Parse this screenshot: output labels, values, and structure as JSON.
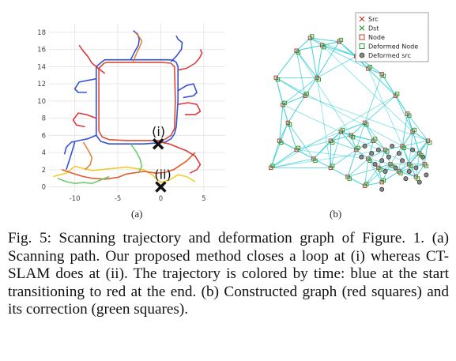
{
  "panel_a": {
    "label": "(a)",
    "x_ticks": [
      "-10",
      "-5",
      "0",
      "5"
    ],
    "y_ticks": [
      "0",
      "2",
      "4",
      "6",
      "8",
      "10",
      "12",
      "14",
      "16",
      "18"
    ],
    "annotations": [
      "(i)",
      "(ii)"
    ]
  },
  "panel_b": {
    "label": "(b)",
    "legend": [
      {
        "label": "Src",
        "marker": "x",
        "color": "#c0392b"
      },
      {
        "label": "Dst",
        "marker": "x",
        "color": "#2ca02c"
      },
      {
        "label": "Node",
        "marker": "square",
        "color": "#c0392b"
      },
      {
        "label": "Deformed Node",
        "marker": "square",
        "color": "#2ca02c"
      },
      {
        "label": "Deformed src",
        "marker": "circle",
        "color": "#555555"
      }
    ],
    "edge_color": "#43d3d8"
  },
  "caption": "Fig. 5: Scanning trajectory and deformation graph of Figure. 1. (a) Scanning path. Our proposed method closes a loop at (i) whereas CT-SLAM does at (ii). The trajectory is colored by time: blue at the start transitioning to red at the end. (b) Constructed graph (red squares) and its correction (green squares).",
  "chart_data": [
    {
      "type": "line",
      "title": "",
      "xlabel": "",
      "ylabel": "",
      "xlim": [
        -13,
        7.5
      ],
      "ylim": [
        -0.5,
        19
      ],
      "grid": true,
      "series": [
        {
          "color": "#1f3fd1",
          "x": [
            -7.5,
            -7.5,
            -6.8,
            -6.5,
            -5,
            -3,
            -1,
            0,
            1,
            1.5,
            1.8,
            2,
            2,
            1.8,
            1.6,
            1.2,
            0.5,
            -0.5,
            -2,
            -4,
            -6,
            -7,
            -7.5
          ],
          "y": [
            6,
            14,
            14.6,
            14.8,
            14.8,
            14.8,
            14.8,
            14.8,
            14.8,
            14.7,
            14.5,
            14,
            10,
            7,
            6.2,
            5.6,
            5.2,
            5.1,
            5.0,
            5.0,
            5.0,
            5.3,
            6
          ]
        },
        {
          "color": "#d63a1e",
          "x": [
            -7.2,
            -7.2,
            -6.6,
            -6.2,
            -4,
            -2,
            0,
            1.2,
            1.6,
            1.7,
            1.6,
            1.2,
            0.6,
            0,
            -2,
            -4,
            -6,
            -6.8,
            -7.2
          ],
          "y": [
            6.5,
            13.8,
            14.4,
            14.5,
            14.5,
            14.5,
            14.5,
            14.4,
            14,
            10,
            6.8,
            6.0,
            5.6,
            5.4,
            5.4,
            5.4,
            5.5,
            5.8,
            6.5
          ]
        },
        {
          "color": "#f2c419",
          "x": [
            -12.5,
            -11,
            -10,
            -8,
            -6,
            -4,
            -2,
            -1,
            0,
            1,
            2,
            3,
            4
          ],
          "y": [
            1.2,
            1.6,
            2.4,
            1.9,
            2.1,
            2.3,
            2.0,
            1.4,
            0.5,
            0.8,
            1.4,
            1.2,
            0.6
          ]
        },
        {
          "color": "#e04a1a",
          "x": [
            -11.5,
            -10,
            -9,
            -8,
            -6.5,
            -5,
            -4,
            -2,
            -0.5,
            0.5,
            1.5,
            3,
            4
          ],
          "y": [
            2.0,
            1.5,
            1.2,
            1.0,
            0.9,
            1.1,
            1.5,
            1.8,
            1.6,
            1.7,
            2.0,
            3,
            4
          ]
        },
        {
          "color": "#5cc85c",
          "x": [
            -12,
            -11,
            -10,
            -9,
            -8,
            -7,
            -6
          ],
          "y": [
            1.0,
            0.6,
            0.4,
            0.5,
            0.4,
            0.8,
            1.2
          ]
        },
        {
          "color": "#d8272a",
          "x": [
            -9.5,
            -9,
            -8.5,
            -8,
            -7.5,
            -7,
            -6.5
          ],
          "y": [
            16.5,
            15.8,
            15.2,
            14.4,
            14,
            13.6,
            13.2
          ]
        },
        {
          "color": "#1f3fd1",
          "x": [
            -3.5,
            -3.0,
            -2.6,
            -2.5,
            -2.7,
            -3.2
          ],
          "y": [
            14.8,
            15.8,
            16.5,
            17.2,
            17.8,
            18.2
          ]
        },
        {
          "color": "#e0782a",
          "x": [
            -3.2,
            -2.8,
            -2.4,
            -2.2,
            -2.6,
            -3.0
          ],
          "y": [
            14.6,
            15.6,
            16.4,
            17.0,
            17.6,
            18.0
          ]
        },
        {
          "color": "#1f3fd1",
          "x": [
            1.2,
            1.8,
            2.4,
            2.5,
            2.0,
            1.8
          ],
          "y": [
            14.6,
            15.2,
            16.0,
            16.8,
            17.2,
            17.6
          ]
        },
        {
          "color": "#d8272a",
          "x": [
            2,
            3,
            4,
            4.5,
            4.8,
            4.6
          ],
          "y": [
            13.6,
            13.8,
            14.4,
            15.0,
            15.6,
            16.0
          ]
        },
        {
          "color": "#1f3fd1",
          "x": [
            2,
            3.0,
            3.8,
            4.2,
            3.8,
            2.6
          ],
          "y": [
            11.2,
            11.8,
            12.0,
            11.0,
            10.6,
            10.4
          ]
        },
        {
          "color": "#d8272a",
          "x": [
            2,
            3.2,
            4.2,
            4.6,
            4.0,
            2.8
          ],
          "y": [
            9.6,
            9.8,
            9.6,
            8.8,
            8.4,
            8.4
          ]
        },
        {
          "color": "#1f3fd1",
          "x": [
            -7.5,
            -8.5,
            -9.5,
            -10.0,
            -9.6,
            -8.6
          ],
          "y": [
            12.6,
            12.4,
            12.2,
            11.4,
            11.0,
            11.0
          ]
        },
        {
          "color": "#d8272a",
          "x": [
            -7.5,
            -8.6,
            -9.6,
            -10.2,
            -9.8,
            -8.8
          ],
          "y": [
            8.0,
            8.4,
            8.6,
            7.8,
            7.2,
            7.0
          ]
        },
        {
          "color": "#1f3fd1",
          "x": [
            -7.5,
            -8.5,
            -9.5,
            -10.4,
            -11.0,
            -11.2
          ],
          "y": [
            6.0,
            5.6,
            5.4,
            5.2,
            4.6,
            3.8
          ]
        },
        {
          "color": "#d8272a",
          "x": [
            0,
            1,
            2,
            3,
            4,
            4.6,
            4.2,
            3.4
          ],
          "y": [
            5.2,
            5.0,
            4.6,
            4.2,
            3.6,
            2.6,
            2.0,
            1.6
          ]
        },
        {
          "color": "#5cc85c",
          "x": [
            -3.5,
            -2.8,
            -2.4,
            -2.2,
            -2.6
          ],
          "y": [
            5.0,
            4.0,
            3.2,
            2.4,
            1.6
          ]
        },
        {
          "color": "#e0782a",
          "x": [
            -9,
            -8.4,
            -8.0,
            -8.2,
            -8.8
          ],
          "y": [
            5.2,
            4.2,
            3.4,
            2.6,
            2.0
          ]
        },
        {
          "color": "#1f3fd1",
          "x": [
            -10,
            -10.3,
            -10.6,
            -11.0
          ],
          "y": [
            5.2,
            4.2,
            3.2,
            2.0
          ]
        }
      ],
      "markers": [
        {
          "label": "(i)",
          "x": -0.3,
          "y": 5.0
        },
        {
          "label": "(ii)",
          "x": 0.0,
          "y": 0.0
        }
      ]
    },
    {
      "type": "scatter",
      "title": "",
      "xlabel": "",
      "ylabel": "",
      "legend_position": "top-right",
      "series": [
        {
          "name": "Node",
          "points": [
            [
              0.05,
              0.2
            ],
            [
              0.1,
              0.35
            ],
            [
              0.12,
              0.55
            ],
            [
              0.08,
              0.7
            ],
            [
              0.2,
              0.85
            ],
            [
              0.28,
              0.92
            ],
            [
              0.35,
              0.88
            ],
            [
              0.45,
              0.9
            ],
            [
              0.55,
              0.82
            ],
            [
              0.62,
              0.75
            ],
            [
              0.7,
              0.72
            ],
            [
              0.78,
              0.6
            ],
            [
              0.85,
              0.5
            ],
            [
              0.88,
              0.4
            ],
            [
              0.92,
              0.28
            ],
            [
              0.8,
              0.18
            ],
            [
              0.7,
              0.12
            ],
            [
              0.6,
              0.1
            ],
            [
              0.5,
              0.15
            ],
            [
              0.4,
              0.2
            ],
            [
              0.3,
              0.25
            ],
            [
              0.2,
              0.3
            ],
            [
              0.15,
              0.45
            ],
            [
              0.25,
              0.6
            ],
            [
              0.32,
              0.7
            ],
            [
              0.6,
              0.45
            ],
            [
              0.65,
              0.35
            ],
            [
              0.72,
              0.3
            ],
            [
              0.75,
              0.22
            ],
            [
              0.68,
              0.2
            ],
            [
              0.62,
              0.25
            ],
            [
              0.55,
              0.3
            ],
            [
              0.82,
              0.32
            ],
            [
              0.86,
              0.22
            ],
            [
              0.9,
              0.15
            ],
            [
              0.95,
              0.22
            ],
            [
              0.97,
              0.35
            ],
            [
              0.4,
              0.35
            ],
            [
              0.46,
              0.4
            ],
            [
              0.52,
              0.38
            ]
          ]
        },
        {
          "name": "Deformed Node",
          "points": [
            [
              0.06,
              0.21
            ],
            [
              0.11,
              0.34
            ],
            [
              0.13,
              0.56
            ],
            [
              0.09,
              0.69
            ],
            [
              0.21,
              0.84
            ],
            [
              0.29,
              0.93
            ],
            [
              0.36,
              0.87
            ],
            [
              0.46,
              0.91
            ],
            [
              0.56,
              0.81
            ],
            [
              0.63,
              0.76
            ],
            [
              0.71,
              0.71
            ],
            [
              0.79,
              0.61
            ],
            [
              0.86,
              0.49
            ],
            [
              0.89,
              0.41
            ],
            [
              0.93,
              0.27
            ],
            [
              0.81,
              0.17
            ],
            [
              0.71,
              0.13
            ],
            [
              0.61,
              0.11
            ],
            [
              0.51,
              0.14
            ],
            [
              0.41,
              0.21
            ],
            [
              0.31,
              0.24
            ],
            [
              0.21,
              0.31
            ],
            [
              0.16,
              0.44
            ],
            [
              0.26,
              0.61
            ],
            [
              0.33,
              0.69
            ],
            [
              0.61,
              0.44
            ],
            [
              0.66,
              0.36
            ],
            [
              0.73,
              0.29
            ],
            [
              0.76,
              0.21
            ],
            [
              0.69,
              0.19
            ],
            [
              0.63,
              0.24
            ],
            [
              0.56,
              0.31
            ],
            [
              0.83,
              0.31
            ],
            [
              0.87,
              0.21
            ],
            [
              0.91,
              0.14
            ],
            [
              0.96,
              0.21
            ],
            [
              0.98,
              0.34
            ],
            [
              0.41,
              0.34
            ],
            [
              0.47,
              0.41
            ],
            [
              0.53,
              0.37
            ]
          ]
        },
        {
          "name": "Deformed src",
          "points": [
            [
              0.64,
              0.28
            ],
            [
              0.7,
              0.24
            ],
            [
              0.74,
              0.26
            ],
            [
              0.78,
              0.2
            ],
            [
              0.82,
              0.24
            ],
            [
              0.86,
              0.18
            ],
            [
              0.9,
              0.2
            ],
            [
              0.94,
              0.26
            ],
            [
              0.88,
              0.3
            ],
            [
              0.8,
              0.28
            ],
            [
              0.72,
              0.18
            ],
            [
              0.66,
              0.22
            ],
            [
              0.58,
              0.26
            ],
            [
              0.6,
              0.32
            ],
            [
              0.68,
              0.3
            ],
            [
              0.76,
              0.32
            ],
            [
              0.84,
              0.14
            ],
            [
              0.92,
              0.12
            ],
            [
              0.96,
              0.16
            ],
            [
              0.7,
              0.08
            ]
          ]
        }
      ]
    }
  ]
}
